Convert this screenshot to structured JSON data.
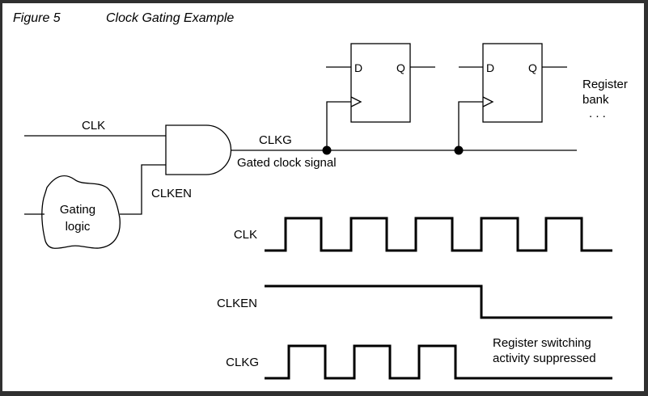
{
  "figure": {
    "number_label": "Figure 5",
    "title": "Clock Gating Example"
  },
  "schematic": {
    "clk_input_label": "CLK",
    "clken_label": "CLKEN",
    "gating_logic_label_line1": "Gating",
    "gating_logic_label_line2": "logic",
    "clkg_label": "CLKG",
    "gated_clock_caption": "Gated clock signal",
    "flipflops": [
      {
        "d_label": "D",
        "q_label": "Q"
      },
      {
        "d_label": "D",
        "q_label": "Q"
      }
    ],
    "register_bank_line1": "Register",
    "register_bank_line2": "bank",
    "ellipsis": ". . ."
  },
  "timing": {
    "signals": [
      {
        "name": "CLK",
        "levels": [
          0,
          1,
          0,
          1,
          0,
          1,
          0,
          1,
          0,
          1,
          0
        ]
      },
      {
        "name": "CLKEN",
        "levels": [
          1,
          1,
          1,
          1,
          1,
          1,
          0,
          0,
          0,
          0,
          0
        ]
      },
      {
        "name": "CLKG",
        "levels": [
          0,
          1,
          0,
          1,
          0,
          1,
          0,
          0,
          0,
          0,
          0
        ]
      }
    ],
    "annotation_line1": "Register switching",
    "annotation_line2": "activity suppressed"
  }
}
